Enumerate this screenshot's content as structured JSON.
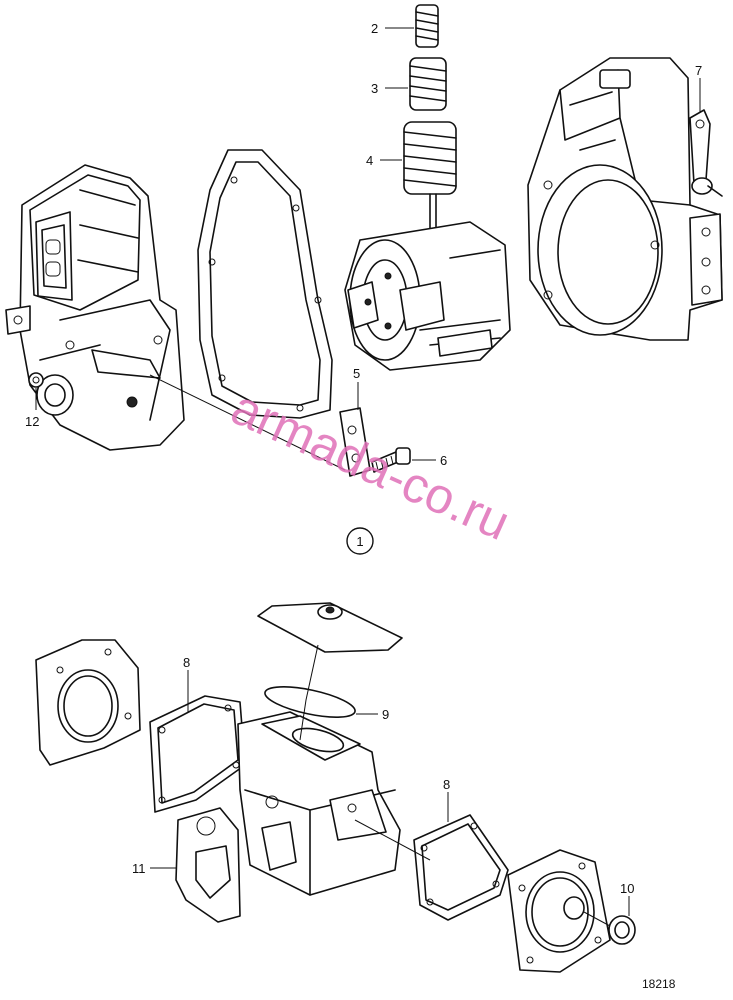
{
  "diagram": {
    "callouts": [
      {
        "id": "2",
        "text": "2"
      },
      {
        "id": "3",
        "text": "3"
      },
      {
        "id": "4",
        "text": "4"
      },
      {
        "id": "5",
        "text": "5"
      },
      {
        "id": "6",
        "text": "6"
      },
      {
        "id": "7",
        "text": "7"
      },
      {
        "id": "8a",
        "text": "8"
      },
      {
        "id": "8b",
        "text": "8"
      },
      {
        "id": "9",
        "text": "9"
      },
      {
        "id": "10",
        "text": "10"
      },
      {
        "id": "11",
        "text": "11"
      },
      {
        "id": "12",
        "text": "12"
      }
    ],
    "circled_ref": "1",
    "watermark": "armada-co.ru",
    "figure_number": "18218"
  }
}
